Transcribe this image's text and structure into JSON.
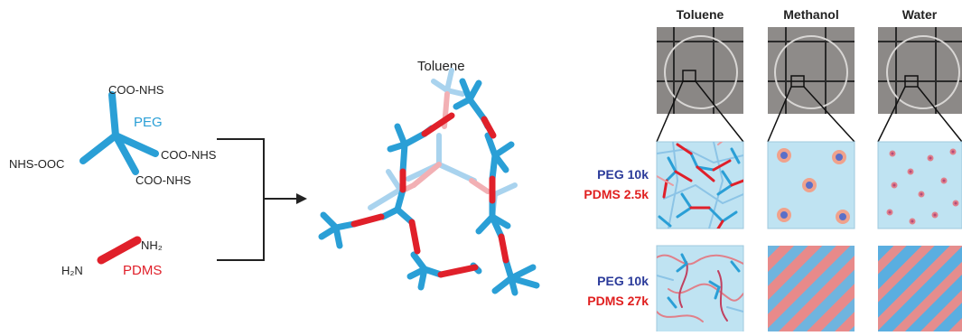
{
  "reactants": {
    "peg_label": "PEG",
    "peg_groups": [
      "COO-NHS",
      "COO-NHS",
      "COO-NHS",
      "NHS-OOC"
    ],
    "pdms_label": "PDMS",
    "pdms_end_right": "NH₂",
    "pdms_end_left": "H₂N"
  },
  "network": {
    "label": "Toluene"
  },
  "columns": [
    "Toluene",
    "Methanol",
    "Water"
  ],
  "rows": [
    {
      "peg": "PEG 10k",
      "pdms": "PDMS 2.5k"
    },
    {
      "peg": "PEG 10k",
      "pdms": "PDMS 27k"
    }
  ],
  "colors": {
    "peg": "#2a9fd6",
    "pdms": "#e0202a",
    "row_peg_text": "#2b3b9a",
    "row_pdms_text": "#e02020",
    "panel_bg": "#bfe3f2",
    "photo_bg": "#8a8785"
  }
}
